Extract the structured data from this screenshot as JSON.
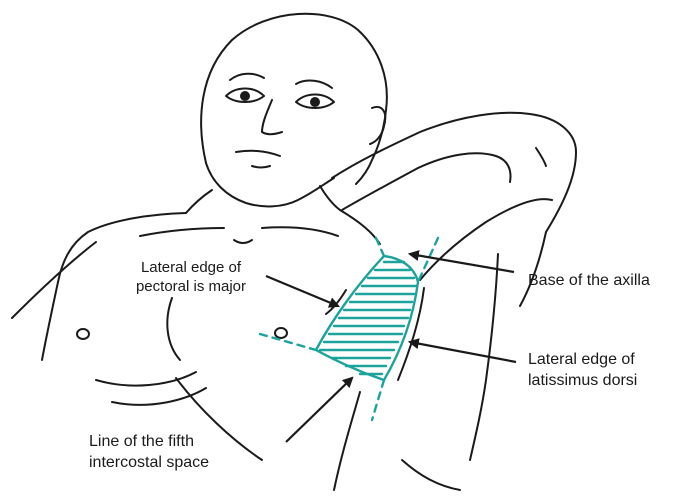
{
  "labels": {
    "pectoralis": [
      "Lateral edge of",
      "pectoral is major"
    ],
    "base_axilla": [
      "Base of the axilla"
    ],
    "latissimus": [
      "Lateral edge of",
      "latissimus dorsi"
    ],
    "fifth_space": [
      "Line of the fifth",
      "intercostal space"
    ]
  },
  "colors": {
    "outline": "#1a1a1a",
    "safe_triangle": "#1ba39c"
  }
}
